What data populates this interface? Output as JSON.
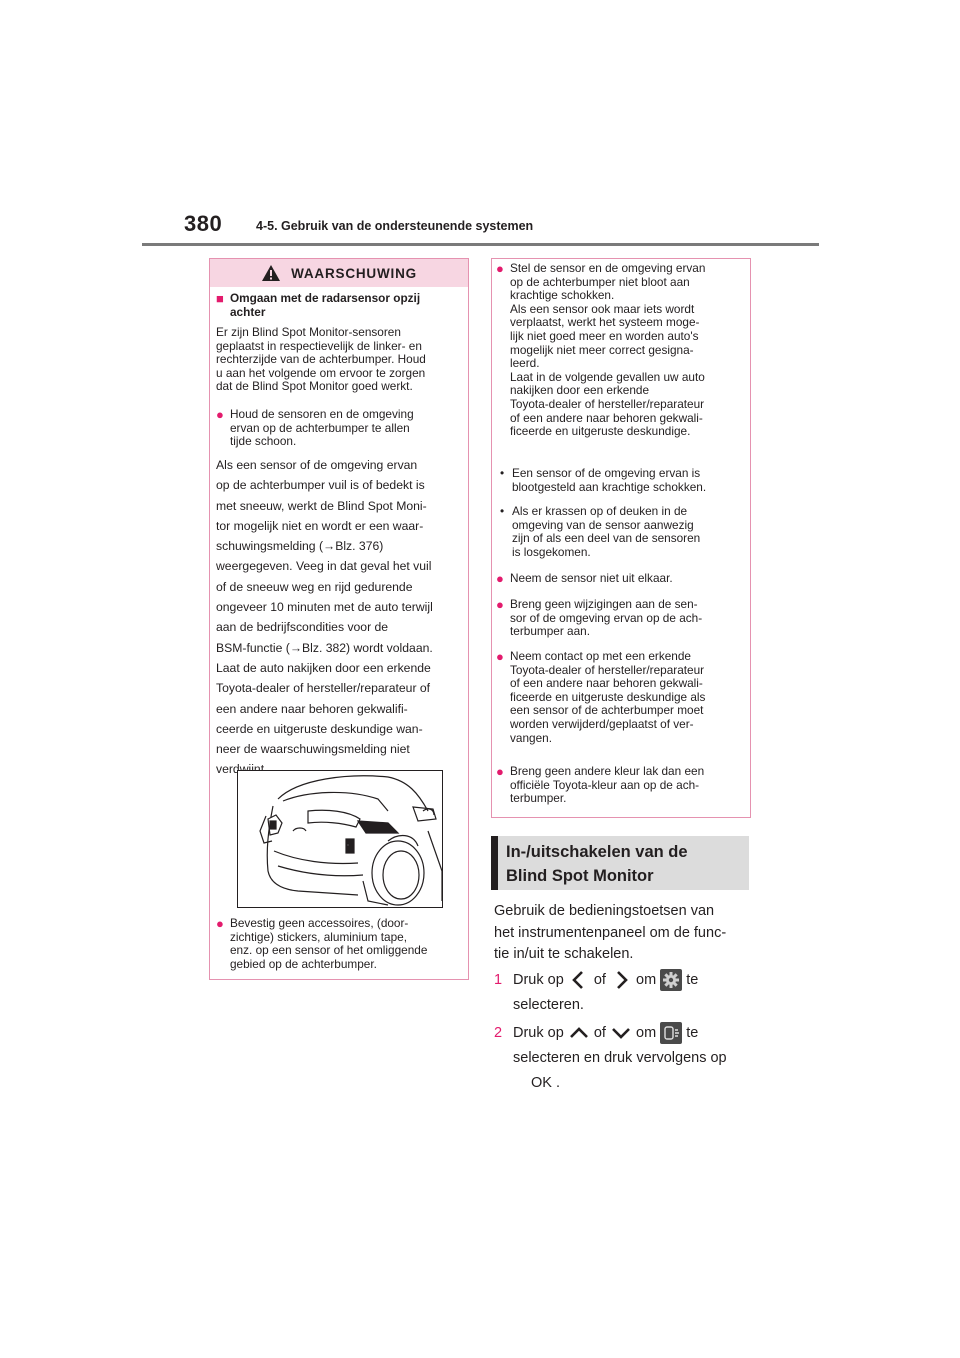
{
  "header": {
    "page_number": "380",
    "section_title": "4-5. Gebruik van de ondersteunende systemen"
  },
  "warning": {
    "title": "WAARSCHUWING",
    "subtitle_bullet": "■",
    "subtitle": [
      "Omgaan met de radarsensor opzij",
      "achter"
    ],
    "intro": [
      "Er zijn Blind Spot Monitor-sensoren",
      "geplaatst in respectievelijk de linker- en",
      "rechterzijde van de achterbumper. Houd",
      "u aan het volgende om ervoor te zorgen",
      "dat de Blind Spot Monitor goed werkt."
    ],
    "bullet_mark": "●",
    "dot_mark": "•",
    "bullet1": [
      "Houd de sensoren en de omgeving",
      "ervan op de achterbumper te allen",
      "tijde schoon."
    ],
    "para": [
      "Als een sensor of de omgeving ervan",
      "op de achterbumper vuil is of bedekt is",
      "met sneeuw, werkt de Blind Spot Moni-",
      "tor mogelijk niet en wordt er een waar-",
      "schuwingsmelding (→Blz. 376)",
      "weergegeven. Veeg in dat geval het vuil",
      "of de sneeuw weg en rijd gedurende",
      "ongeveer 10 minuten met de auto terwijl",
      "aan de bedrijfscondities voor de",
      "BSM-functie (→Blz. 382) wordt voldaan.",
      "Laat de auto nakijken door een erkende",
      "Toyota-dealer of hersteller/reparateur of",
      "een andere naar behoren gekwalifi-",
      "ceerde en uitgeruste deskundige wan-",
      "neer de waarschuwingsmelding niet",
      "verdwijnt."
    ],
    "bullet2": [
      "Bevestig geen accessoires, (door-",
      "zichtige) stickers, aluminium tape,",
      "enz. op een sensor of het omliggende",
      "gebied op de achterbumper."
    ],
    "right_b1": [
      "Stel de sensor en de omgeving ervan",
      "op de achterbumper niet bloot aan",
      "krachtige schokken.",
      "Als een sensor ook maar iets wordt",
      "verplaatst, werkt het systeem moge-",
      "lijk niet goed meer en worden auto's",
      "mogelijk niet meer correct gesigna-",
      "leerd.",
      "Laat in de volgende gevallen uw auto",
      "nakijken door een erkende",
      "Toyota-dealer of hersteller/reparateur",
      "of een andere naar behoren gekwali-",
      "ficeerde en uitgeruste deskundige."
    ],
    "right_d1": [
      "Een sensor of de omgeving ervan is",
      "blootgesteld aan krachtige schokken."
    ],
    "right_d2": [
      "Als er krassen op of deuken in de",
      "omgeving van de sensor aanwezig",
      "zijn of als een deel van de sensoren",
      "is losgekomen."
    ],
    "right_b2": [
      "Neem de sensor niet uit elkaar."
    ],
    "right_b3": [
      "Breng geen wijzigingen aan de sen-",
      "sor of de omgeving ervan op de ach-",
      "terbumper aan."
    ],
    "right_b4": [
      "Neem contact op met een erkende",
      "Toyota-dealer of hersteller/reparateur",
      "of een andere naar behoren gekwali-",
      "ficeerde en uitgeruste deskundige als",
      "een sensor of de achterbumper moet",
      "worden verwijderd/geplaatst of ver-",
      "vangen."
    ],
    "right_b5": [
      "Breng geen andere kleur lak dan een",
      "officiële Toyota-kleur aan op de ach-",
      "terbumper."
    ]
  },
  "subsection": {
    "title": [
      "In-/uitschakelen van de",
      "Blind Spot Monitor"
    ],
    "intro": [
      "Gebruik de bedieningstoetsen van",
      "het instrumentenpaneel om de func-",
      "tie in/uit te schakelen."
    ],
    "steps": [
      {
        "num": "1",
        "a": "Druk op",
        "of": "of",
        "om": "om",
        "te": "te",
        "line2": "selecteren.",
        "icon_left": "chevron-left-icon",
        "icon_right": "chevron-right-icon",
        "icon_target": "gear-icon"
      },
      {
        "num": "2",
        "a": "Druk op",
        "of": "of",
        "om": "om",
        "te": "te",
        "line2": "selecteren en druk vervolgens op",
        "line3_suffix": ".",
        "icon_left": "chevron-up-icon",
        "icon_right": "chevron-down-icon",
        "icon_target": "bsm-icon",
        "ok_label": "OK"
      }
    ]
  },
  "colors": {
    "accent": "#e31b6d",
    "box_border": "#e592b0",
    "warning_bg": "#f7d6e2",
    "subhead_bg": "#dcdcdc"
  }
}
